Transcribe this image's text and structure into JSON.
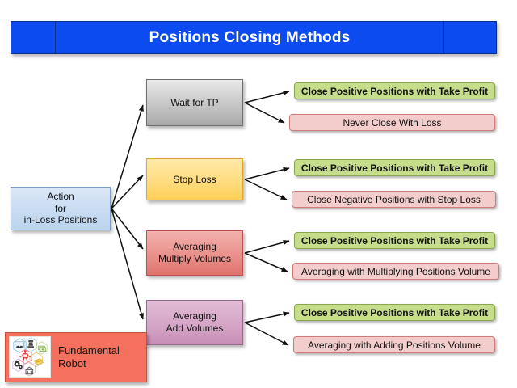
{
  "header": {
    "title": "Positions Closing Methods",
    "accent_color": "#0b4bf0",
    "text_color": "#ffffff",
    "left_cell_label": "",
    "right_cell_label": ""
  },
  "root": {
    "line1": "Action",
    "line2": "for",
    "line3": "in-Loss Positions",
    "color": "#cadcf1"
  },
  "methods": [
    {
      "label": "Wait for TP",
      "color": "#c9c9c9"
    },
    {
      "label": "Stop Loss",
      "color": "#ffdd84"
    },
    {
      "line1": "Averaging",
      "line2": "Multiply Volumes",
      "color": "#ea918c"
    },
    {
      "line1": "Averaging",
      "line2": "Add Volumes",
      "color": "#d6a5c7"
    }
  ],
  "outcomes": [
    {
      "positive": "Close Positive Positions with Take Profit",
      "negative": "Never Close With Loss"
    },
    {
      "positive": "Close Positive Positions with Take Profit",
      "negative": "Close Negative Positions with Stop Loss"
    },
    {
      "positive": "Close Positive Positions with Take Profit",
      "negative": "Averaging with Multiplying Positions Volume"
    },
    {
      "positive": "Close Positive Positions with Take Profit",
      "negative": "Averaging with Adding Positions Volume"
    }
  ],
  "outcome_colors": {
    "positive": "#c6dd8c",
    "negative": "#f3cccc"
  },
  "badge": {
    "line1": "Fundamental",
    "line2": "Robot",
    "color": "#f4715f",
    "icon": "fundamental-robot-hexagon-icon"
  }
}
